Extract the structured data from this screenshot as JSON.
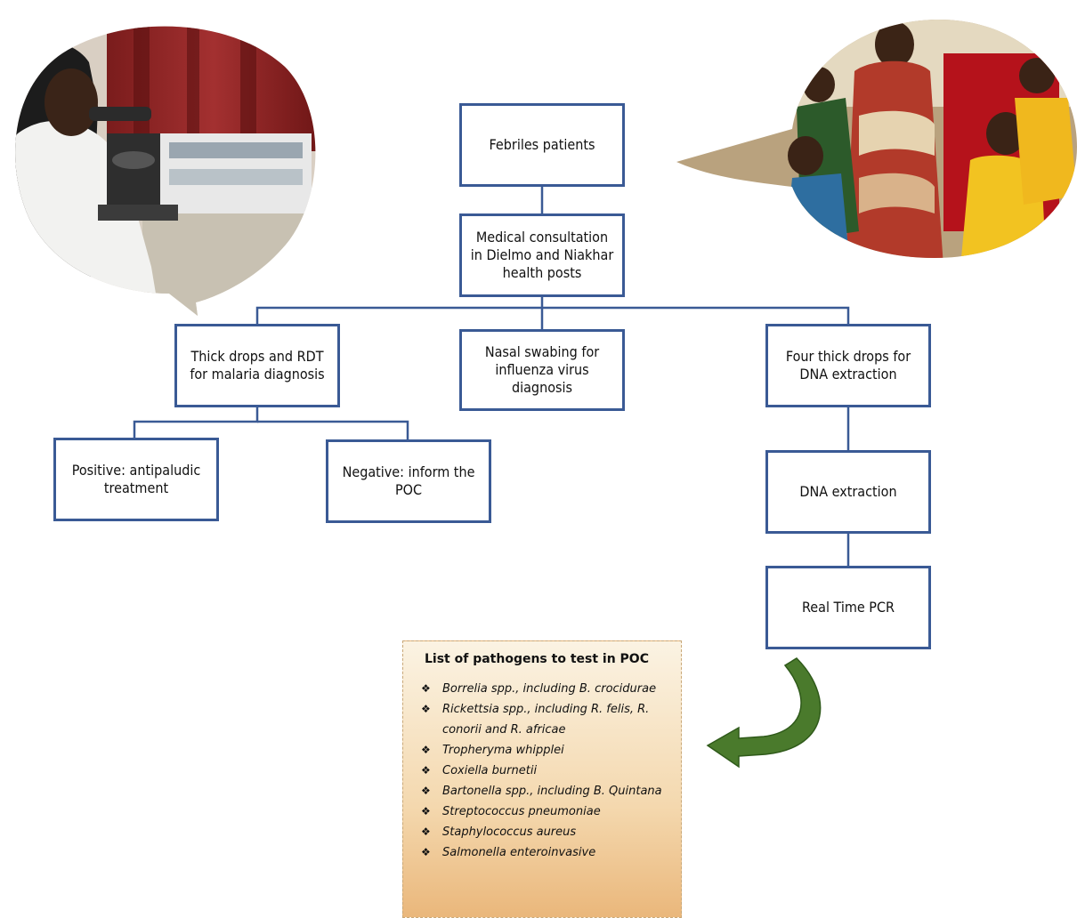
{
  "nodes": {
    "febriles": "Febriles patients",
    "consultation": "Medical consultation\nin Dielmo and Niakhar\nhealth posts",
    "thick_drops": "Thick drops and RDT\nfor malaria diagnosis",
    "nasal": "Nasal swabing for\ninfluenza virus\ndiagnosis",
    "four_drops": "Four thick drops for\nDNA extraction",
    "positive": "Positive: antipaludic\ntreatment",
    "negative": "Negative: inform the\nPOC",
    "dna_extraction": "DNA extraction",
    "pcr": "Real Time PCR"
  },
  "pathogen_panel": {
    "title": "List of pathogens to test in POC",
    "bullet_glyph": "❖",
    "items": [
      "Borrelia spp., including B. crocidurae",
      "Rickettsia spp., including R. felis, R. conorii and R. africae",
      "Tropheryma whipplei",
      "Coxiella burnetii",
      "Bartonella spp., including B. Quintana",
      "Streptococcus pneumoniae",
      "Staphylococcus aureus",
      "Salmonella enteroinvasive"
    ]
  },
  "colors": {
    "box_border": "#3a5a95",
    "arrow_green": "#4a7a2c",
    "panel_gradient_end": "#eab77b"
  }
}
